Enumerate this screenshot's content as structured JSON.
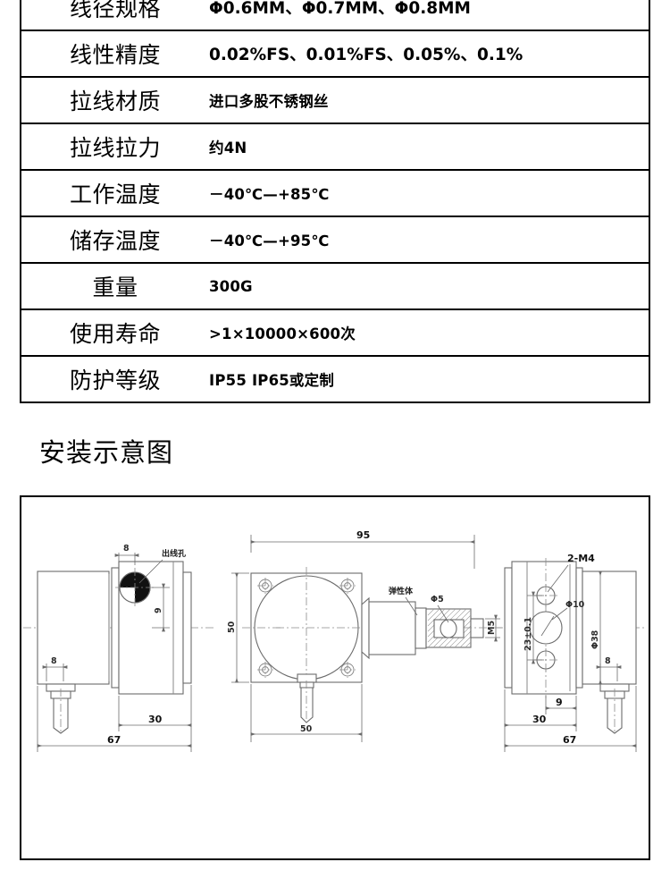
{
  "spec_table": {
    "rows": [
      {
        "label": "线径规格",
        "value": "Φ0.6MM、Φ0.7MM、Φ0.8MM",
        "emphasis": true
      },
      {
        "label": "线性精度",
        "value": "0.02%FS、0.01%FS、0.05%、0.1%",
        "emphasis": true
      },
      {
        "label": "拉线材质",
        "value": "进口多股不锈钢丝",
        "emphasis": false
      },
      {
        "label": "拉线拉力",
        "value": "约4N",
        "emphasis": false
      },
      {
        "label": "工作温度",
        "value": "－40℃—+85℃",
        "emphasis": false
      },
      {
        "label": "储存温度",
        "value": "－40℃—+95℃",
        "emphasis": false
      },
      {
        "label": "重量",
        "value": "300G",
        "emphasis": false
      },
      {
        "label": "使用寿命",
        "value": ">1×10000×600次",
        "emphasis": false
      },
      {
        "label": "防护等级",
        "value": "IP55   IP65或定制",
        "emphasis": false
      }
    ]
  },
  "section": {
    "heading": "安装示意图"
  },
  "diagram": {
    "left_view": {
      "labels": {
        "wire_hole": "出线孔",
        "dim_hole_offset_x": "8",
        "dim_hole_offset_y": "9",
        "dim_connector": "8",
        "dim_body_depth": "30",
        "dim_total_length": "67"
      }
    },
    "front_view": {
      "labels": {
        "dim_overall_width": "95",
        "dim_plate_height": "50",
        "dim_plate_width": "50",
        "elastic_body": "弹性体",
        "dim_rod_dia": "Φ5",
        "dim_thread": "M5"
      }
    },
    "right_view": {
      "labels": {
        "mount_thread": "2-M4",
        "center_bore": "Φ10",
        "dim_hole_pitch": "23±0.1",
        "dim_body_dia": "Φ38",
        "dim_flange": "9",
        "dim_body_depth": "30",
        "dim_total_length": "67",
        "dim_connector": "8"
      }
    }
  },
  "colors": {
    "line": "#8a8a8a",
    "line_dark": "#555555",
    "border": "#000000",
    "text": "#000000",
    "background": "#ffffff"
  }
}
